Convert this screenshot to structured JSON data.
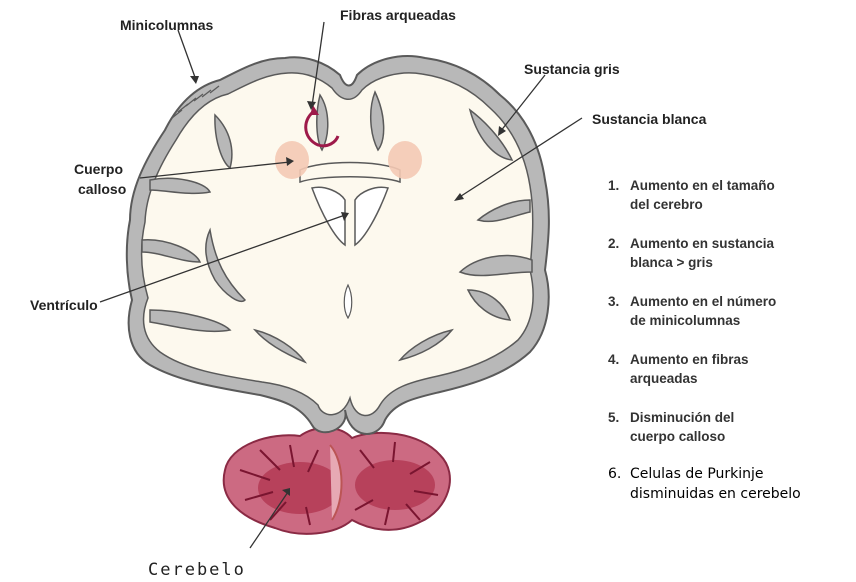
{
  "labels": {
    "minicolumnas": "Minicolumnas",
    "fibras": "Fibras arqueadas",
    "gris": "Sustancia gris",
    "blanca": "Sustancia blanca",
    "cuerpo1": "Cuerpo",
    "cuerpo2": "calloso",
    "ventriculo": "Ventrículo",
    "cerebelo": "Cerebelo"
  },
  "list": [
    {
      "num": "1.",
      "line1": "Aumento en el tamaño",
      "line2": "del cerebro"
    },
    {
      "num": "2.",
      "line1": "Aumento en sustancia",
      "line2": "blanca > gris"
    },
    {
      "num": "3.",
      "line1": "Aumento en el número",
      "line2": "de minicolumnas"
    },
    {
      "num": "4.",
      "line1": "Aumento en fibras",
      "line2": "arqueadas"
    },
    {
      "num": "5.",
      "line1": "Disminución del",
      "line2": "cuerpo calloso"
    },
    {
      "num": "6.",
      "line1": "Celulas de Purkinje",
      "line2": "disminuidas en cerebelo"
    }
  ],
  "colors": {
    "white_matter": "#fdf9ee",
    "gray_matter": "#b8b8b8",
    "outline": "#5a5a5a",
    "callosum": "#f4c9b4",
    "arc_fibers": "#9e1a4a",
    "cerebellum": "#cc6a82",
    "cerebellum_core": "#b33a55"
  }
}
